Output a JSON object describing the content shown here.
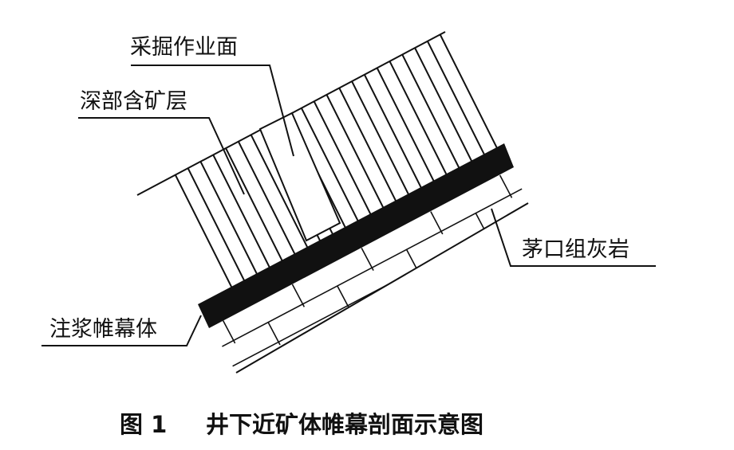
{
  "figure": {
    "labels": {
      "mining_face": "采掘作业面",
      "deep_ore_layer": "深部含矿层",
      "maokou_limestone": "茅口组灰岩",
      "grout_curtain": "注浆帷幕体"
    },
    "caption": {
      "number": "图 1",
      "title": "井下近矿体帷幕剖面示意图"
    }
  }
}
